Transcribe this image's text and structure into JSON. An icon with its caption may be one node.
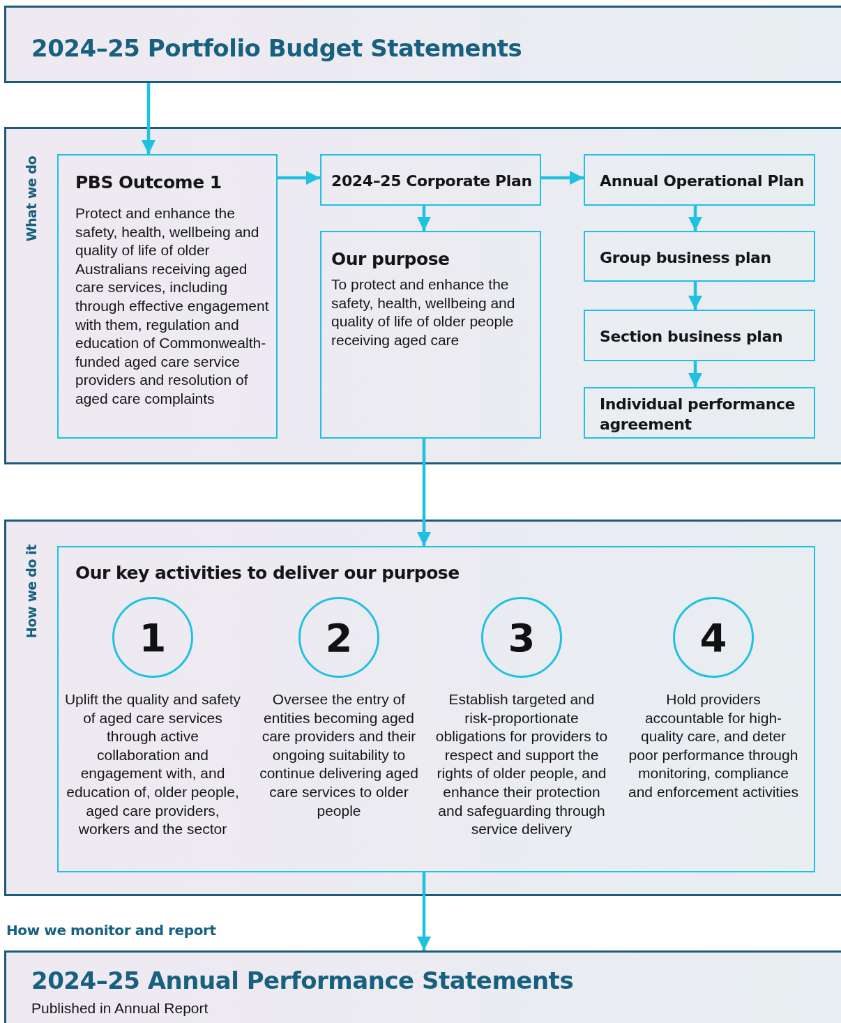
{
  "diagram": {
    "nodes": [
      {
        "text": [
          "2024–25 Portfolio Budget Statements"
        ]
      },
      {
        "text": [
          "What we do"
        ]
      },
      {
        "text": [
          "PBS Outcome 1",
          "Protect and enhance the safety, health, wellbeing and quality of life of older Australians receiving aged care services, including through effective engagement with them, regulation and education of Commonwealth-funded aged care service providers and resolution of aged care complaints"
        ],
        "in": 1
      },
      {
        "text": [
          "2024–25 Corporate Plan"
        ],
        "in": 1
      },
      {
        "text": [
          "Annual Operational Plan"
        ],
        "in": 1
      },
      {
        "text": [
          "Our purpose",
          "To protect and enhance the safety, health, wellbeing and quality of life of older people receiving aged care"
        ],
        "in": 1
      },
      {
        "text": [
          "Group business plan"
        ],
        "in": 1
      },
      {
        "text": [
          "Section business plan"
        ],
        "in": 1
      },
      {
        "text": [
          "Individual performance agreement"
        ],
        "in": 1
      },
      {
        "text": [
          "How we do it"
        ]
      },
      {
        "text": [
          "Our key activities to deliver our purpose"
        ],
        "in": 9
      },
      {
        "text": [
          "1"
        ],
        "in": 10,
        "beside": [
          "Uplift the quality and safety of aged care services through active collaboration and engagement with, and education of, older people, aged care providers, workers and the sector"
        ]
      },
      {
        "text": [
          "2"
        ],
        "in": 10,
        "beside": [
          "Oversee the entry of entities becoming aged care providers and their ongoing suitability to continue delivering aged care services to older people"
        ]
      },
      {
        "text": [
          "3"
        ],
        "in": 10,
        "beside": [
          "Establish targeted and risk-proportionate obligations for providers to respect and support the rights of older people, and enhance their protection and safeguarding through service delivery"
        ]
      },
      {
        "text": [
          "4"
        ],
        "in": 10,
        "beside": [
          "Hold providers accountable for high-quality care, and deter poor performance through monitoring, compliance and enforcement activities"
        ]
      },
      {
        "text": [
          "How we monitor and report",
          "2024–25 Annual Performance Statements",
          "Published in Annual Report"
        ]
      }
    ],
    "edges": [
      {
        "from": 0,
        "to": 2,
        "arrow": "to"
      },
      {
        "from": 2,
        "to": 3,
        "arrow": "to"
      },
      {
        "from": 3,
        "to": 4,
        "arrow": "to"
      },
      {
        "from": 3,
        "to": 5,
        "arrow": "to"
      },
      {
        "from": 4,
        "to": 6,
        "arrow": "to"
      },
      {
        "from": 6,
        "to": 7,
        "arrow": "to"
      },
      {
        "from": 7,
        "to": 8,
        "arrow": "to"
      },
      {
        "from": 5,
        "to": 10,
        "arrow": "to"
      },
      {
        "from": 10,
        "to": 15,
        "arrow": "to"
      }
    ]
  }
}
